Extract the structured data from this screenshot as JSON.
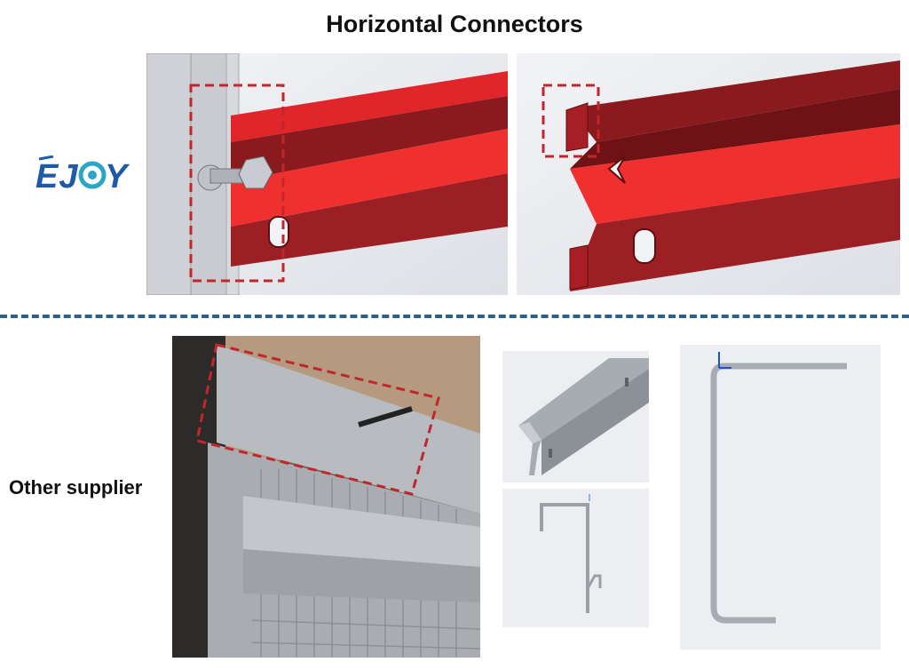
{
  "title": "Horizontal Connectors",
  "logo": {
    "text": "EJOY",
    "brand_color": "#1f5aa6",
    "accent_color": "#2aa6c9"
  },
  "section_divider_color": "#2e5f86",
  "other_label": "Other supplier",
  "colors": {
    "ejoy_beam": "#e0262a",
    "ejoy_beam_dark": "#8a1a1e",
    "highlight_box": "#c0272d",
    "competitor_steel": "#9aa0a6"
  }
}
